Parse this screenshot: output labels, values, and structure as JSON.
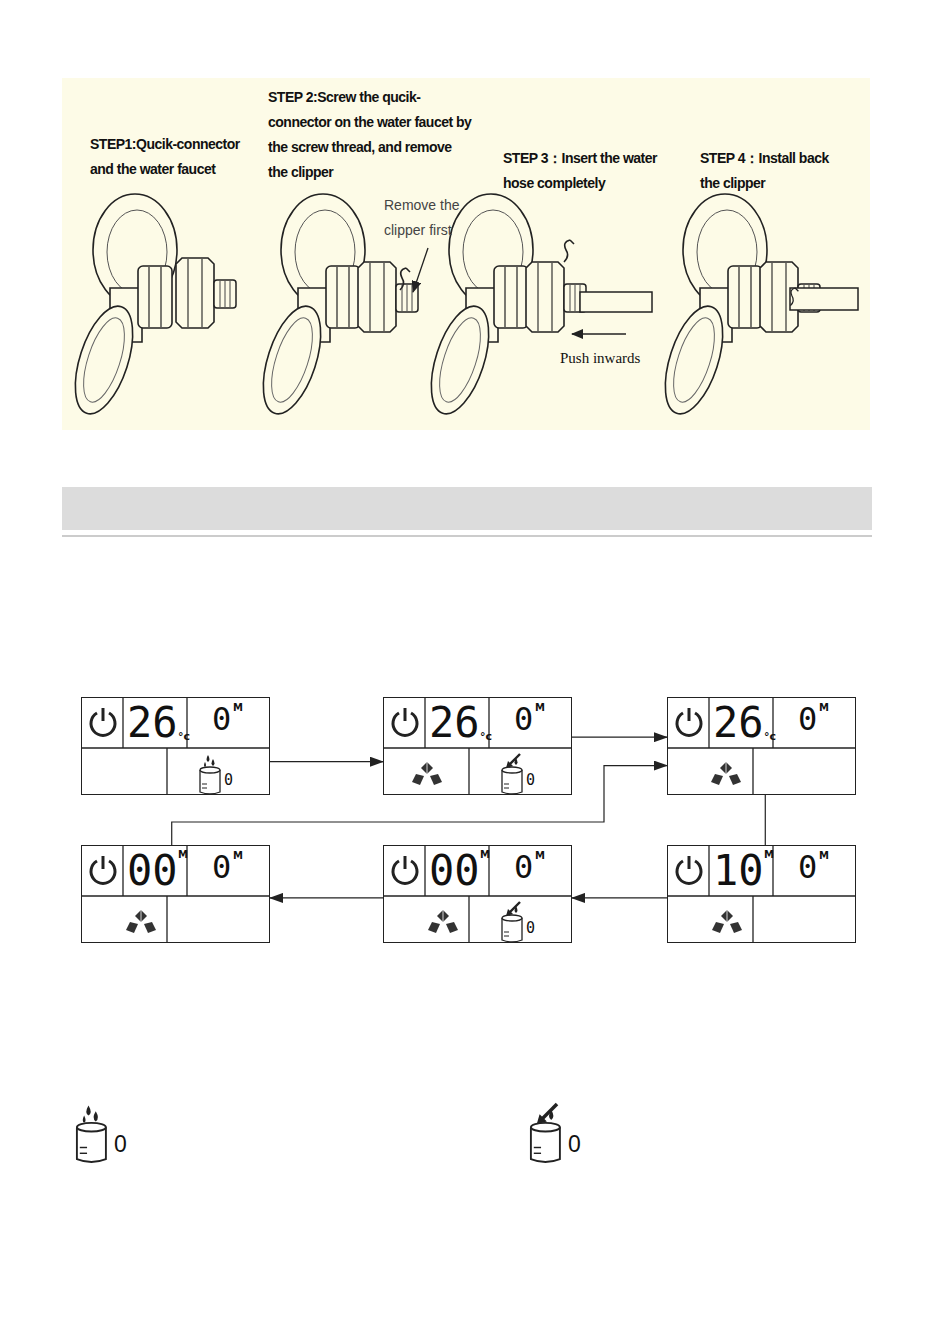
{
  "diagram": {
    "nodes": [
      {
        "text": [
          "26",
          "°c",
          "0",
          "M",
          "0"
        ]
      },
      {
        "text": [
          "26",
          "°c",
          "0",
          "M",
          "0"
        ]
      },
      {
        "text": [
          "26",
          "°c",
          "0",
          "M"
        ]
      },
      {
        "text": [
          "00",
          "M",
          "0",
          "M"
        ]
      },
      {
        "text": [
          "00",
          "M",
          "0",
          "M",
          "0"
        ]
      },
      {
        "text": [
          "10",
          "M",
          "0",
          "M"
        ]
      }
    ],
    "edges": [
      {
        "from": 0,
        "to": 1,
        "arrow": "to"
      },
      {
        "from": 1,
        "to": 2,
        "arrow": "to"
      },
      {
        "from": 2,
        "to": 5,
        "arrow": "none"
      },
      {
        "from": 5,
        "to": 4,
        "arrow": "to"
      },
      {
        "from": 4,
        "to": 3,
        "arrow": "to"
      },
      {
        "from": 3,
        "to": 2,
        "arrow": "to"
      }
    ],
    "labels": [
      "STEP1:Qucik-connector and the water faucet",
      "STEP 2:Screw the qucik-connector on the water faucet by the screw thread, and remove the clipper",
      "STEP 3：Insert the water hose completely",
      "STEP 4：Install back the clipper",
      "Remove the clipper first",
      "Push inwards",
      "0",
      "0"
    ]
  }
}
